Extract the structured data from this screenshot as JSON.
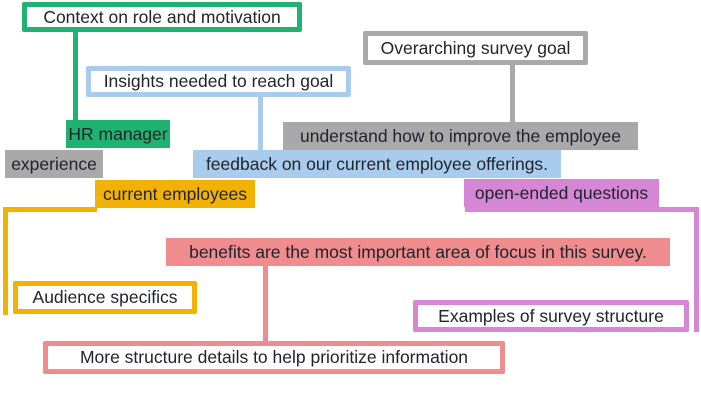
{
  "colors": {
    "green": "#1FB271",
    "light_blue": "#A9CCEC",
    "gray": "#A9A9A9",
    "gold": "#F2B203",
    "salmon": "#EF8C8E",
    "orchid": "#D586D4",
    "text": "#21242D",
    "background": "#FFFFFF"
  },
  "callouts": {
    "context": {
      "label": "Context on role and motivation",
      "color": "#1FB271"
    },
    "insights": {
      "label": "Insights needed to reach goal",
      "color": "#A9CCEC"
    },
    "goal": {
      "label": "Overarching survey goal",
      "color": "#A9A9A9"
    },
    "audience": {
      "label": "Audience specifics",
      "color": "#F2B203"
    },
    "examples": {
      "label": "Examples of survey structure",
      "color": "#D586D4"
    },
    "more_structure": {
      "label": "More structure details to help prioritize information",
      "color": "#EF8C8E"
    }
  },
  "highlights": {
    "hr_manager": {
      "text": "HR manager",
      "color": "#1FB271"
    },
    "understand": {
      "text": "understand how to improve the employee",
      "color": "#A9A9A9"
    },
    "experience": {
      "text": "experience",
      "color": "#A9A9A9"
    },
    "feedback": {
      "text": "feedback on our current employee offerings.",
      "color": "#A9CCEC"
    },
    "current_employees": {
      "text": "current employees",
      "color": "#F2B203"
    },
    "open_ended": {
      "text": "open-ended questions",
      "color": "#D586D4"
    },
    "benefits": {
      "text": "benefits are the most important area of focus in this survey.",
      "color": "#EF8C8E"
    }
  }
}
